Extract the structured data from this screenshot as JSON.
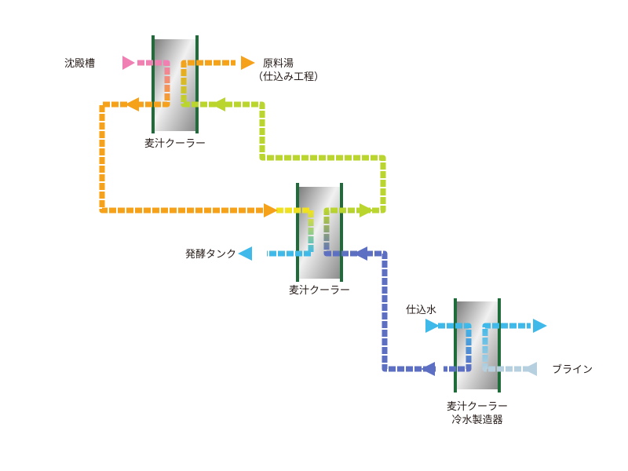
{
  "labels": {
    "chindenso": "沈殿槽",
    "genryoyu_line1": "原料湯",
    "genryoyu_line2": "（仕込み工程）",
    "cooler1": "麦汁クーラー",
    "cooler2": "麦汁クーラー",
    "cooler3_line1": "麦汁クーラー",
    "cooler3_line2": "冷水製造器",
    "hakko_tank": "発酵タンク",
    "shikomisui": "仕込水",
    "brine": "ブライン"
  },
  "colors": {
    "pink": "#f07fb4",
    "orange": "#f5a21a",
    "yellow": "#f2e21e",
    "yellow_green": "#b9d52e",
    "cyan": "#3fb9ea",
    "blue_violet": "#5d6fc2",
    "light_blue_gray": "#b7d0df",
    "frame_green": "#1f6b3a"
  }
}
